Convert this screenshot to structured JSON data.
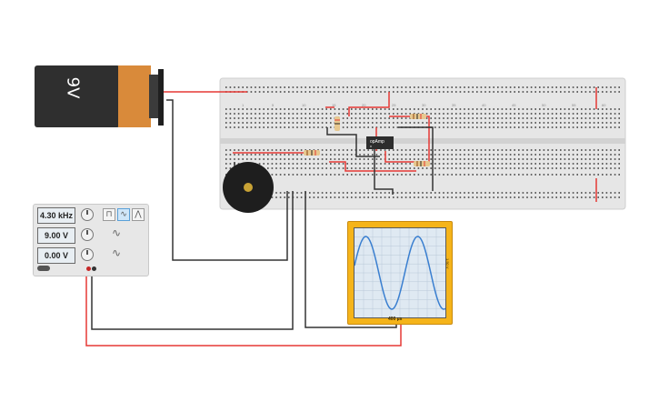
{
  "battery": {
    "label": "9V"
  },
  "function_generator": {
    "frequency": "4.30 kHz",
    "amplitude": "9.00 V",
    "offset": "0.00 V",
    "waveforms": [
      "square",
      "sine",
      "triangle"
    ],
    "active_waveform": "sine"
  },
  "op_amp": {
    "label": "opAmp"
  },
  "oscilloscope": {
    "label": "400 µs",
    "side_label": "1.50 V"
  },
  "breadboard": {
    "column_numbers": [
      "1",
      "5",
      "10",
      "15",
      "20",
      "25",
      "30",
      "35",
      "40",
      "45",
      "50",
      "55",
      "60"
    ]
  },
  "colors": {
    "wire_red": "#e53935",
    "wire_black": "#333333",
    "scope_frame": "#f5b41a",
    "breadboard": "#e6e6e6",
    "battery_body": "#2f2f2f",
    "battery_cap": "#d98a3a",
    "trace": "#3a7fd0"
  }
}
